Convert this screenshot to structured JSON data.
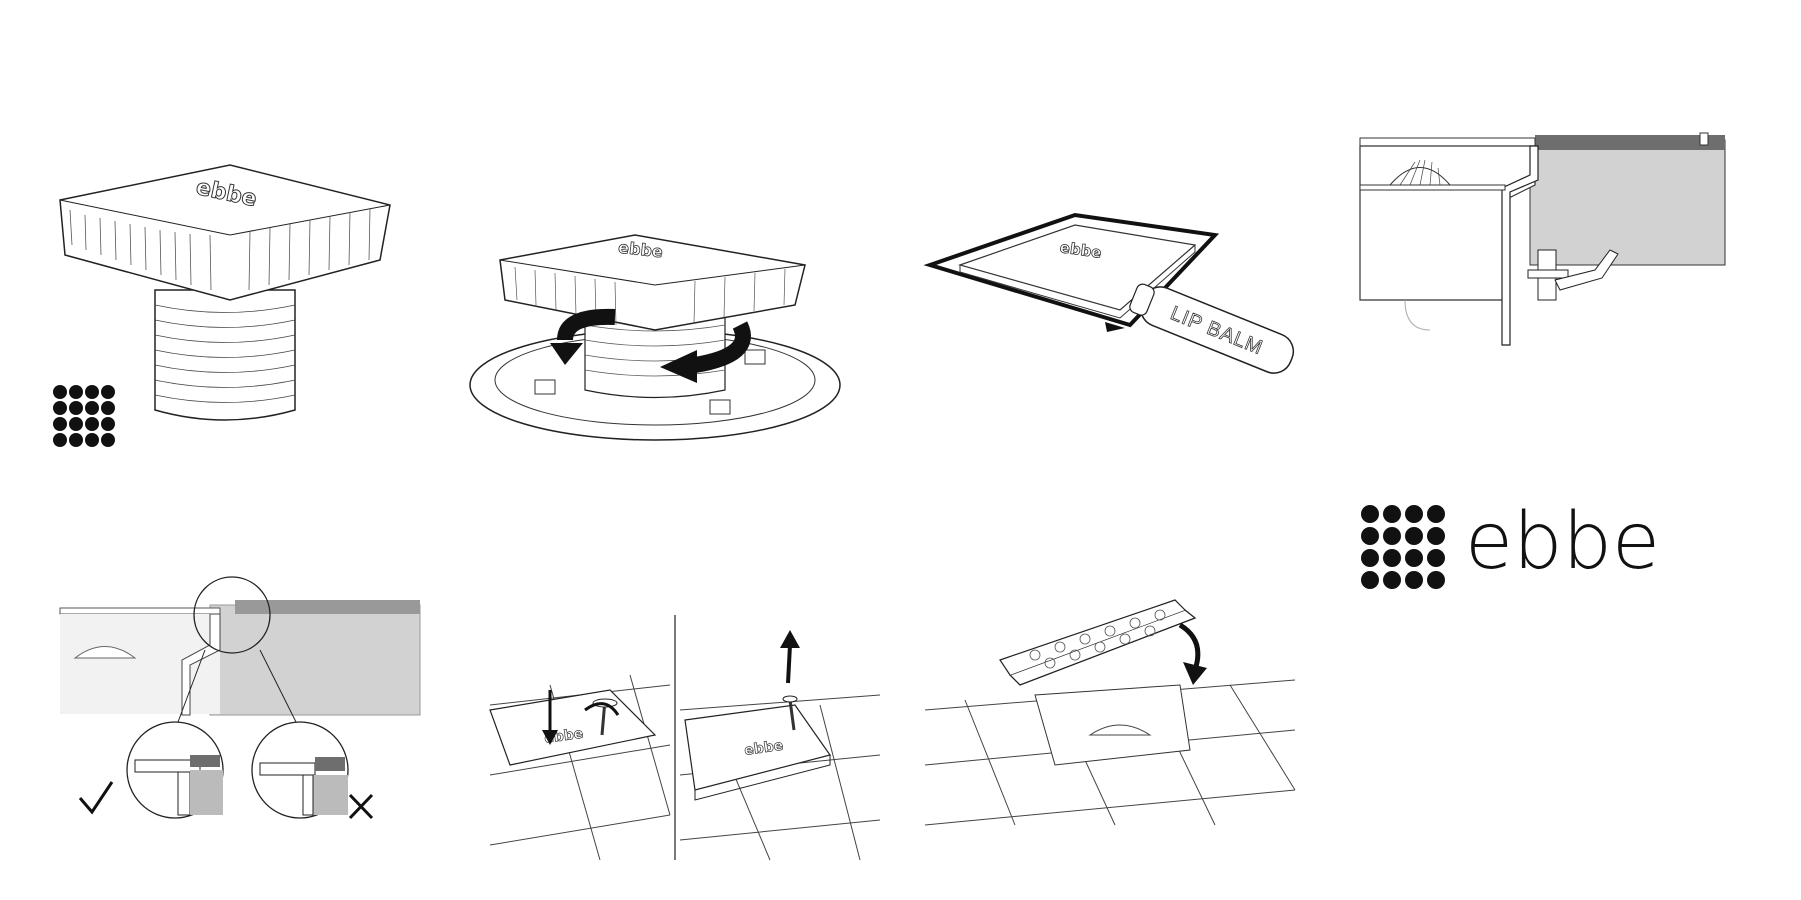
{
  "brand": {
    "name": "ebbe",
    "product_mark": "ebbe",
    "color": "#111111"
  },
  "steps": {
    "step3": {
      "tube_label": "LIP BALM"
    }
  },
  "colors": {
    "line": "#222222",
    "grey_fill": "#d2d2d2",
    "dark_grey": "#6e6e6e",
    "arrow": "#111111"
  }
}
